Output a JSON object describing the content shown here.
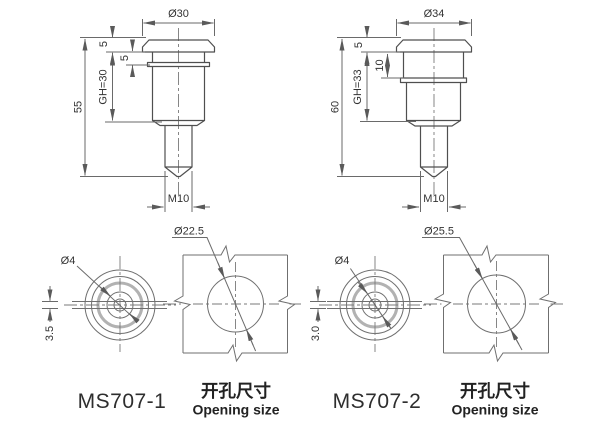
{
  "drawing": {
    "title_models": [
      "MS707-1",
      "MS707-2"
    ],
    "sv1": {
      "dia": "Ø30",
      "total": "55",
      "cap": "5",
      "neck": "5",
      "gh": "GH=30",
      "thread": "M10"
    },
    "sv2": {
      "dia": "Ø34",
      "total": "60",
      "cap": "5",
      "neck": "10",
      "gh": "GH=33",
      "thread": "M10"
    },
    "fv1": {
      "dia_small": "Ø4",
      "slot": "3.5"
    },
    "fv2": {
      "dia_small": "Ø4",
      "slot": "3.0"
    },
    "op1": {
      "dia": "Ø22.5"
    },
    "op2": {
      "dia": "Ø25.5"
    },
    "cap1": {
      "model": "MS707-1",
      "cn": "开孔尺寸",
      "en": "Opening size"
    },
    "cap2": {
      "model": "MS707-2",
      "cn": "开孔尺寸",
      "en": "Opening size"
    },
    "colors": {
      "background": "#ffffff",
      "outline": "#4f4f4f",
      "dimension": "#6a6a6a",
      "text": "#333333",
      "thick_ring": "#b2b2b2"
    }
  }
}
